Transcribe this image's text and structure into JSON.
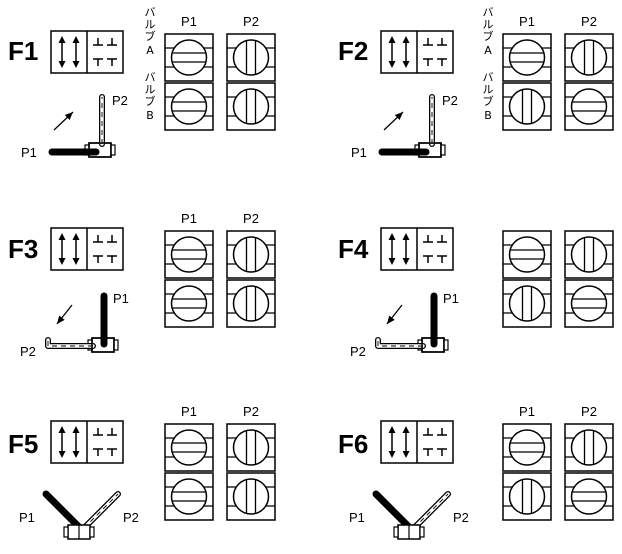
{
  "colors": {
    "ink": "#000000",
    "paper": "#ffffff"
  },
  "column_headers": {
    "p1": "P1",
    "p2": "P2"
  },
  "valve_labels": {
    "valve_a": {
      "word": "バルブ",
      "letter": "A"
    },
    "valve_b": {
      "word": "バルブ",
      "letter": "B"
    }
  },
  "panels": [
    {
      "id": "F1",
      "label": "F1",
      "lever": "P1",
      "show_arrow": true,
      "valve_labels": true,
      "show_col_headers": true,
      "valves": {
        "a": {
          "p1": "open",
          "p2": "closed"
        },
        "b": {
          "p1": "open",
          "p2": "closed"
        }
      },
      "port1": "P1",
      "port2": "P2"
    },
    {
      "id": "F2",
      "label": "F2",
      "lever": "P1",
      "show_arrow": true,
      "valve_labels": true,
      "show_col_headers": true,
      "valves": {
        "a": {
          "p1": "open",
          "p2": "closed"
        },
        "b": {
          "p1": "closed",
          "p2": "open"
        }
      },
      "port1": "P1",
      "port2": "P2"
    },
    {
      "id": "F3",
      "label": "F3",
      "lever": "P2",
      "show_arrow": true,
      "valve_labels": false,
      "show_col_headers": true,
      "valves": {
        "a": {
          "p1": "open",
          "p2": "closed"
        },
        "b": {
          "p1": "open",
          "p2": "closed"
        }
      },
      "port1": "P1",
      "port2": "P2"
    },
    {
      "id": "F4",
      "label": "F4",
      "lever": "P2",
      "show_arrow": true,
      "valve_labels": false,
      "show_col_headers": false,
      "valves": {
        "a": {
          "p1": "open",
          "p2": "closed"
        },
        "b": {
          "p1": "closed",
          "p2": "open"
        }
      },
      "port1": "P1",
      "port2": "P2"
    },
    {
      "id": "F5",
      "label": "F5",
      "lever": "mid",
      "show_arrow": false,
      "valve_labels": false,
      "show_col_headers": true,
      "valves": {
        "a": {
          "p1": "open",
          "p2": "closed"
        },
        "b": {
          "p1": "open",
          "p2": "closed"
        }
      },
      "port1": "P1",
      "port2": "P2"
    },
    {
      "id": "F6",
      "label": "F6",
      "lever": "mid",
      "show_arrow": false,
      "valve_labels": false,
      "show_col_headers": true,
      "valves": {
        "a": {
          "p1": "open",
          "p2": "closed"
        },
        "b": {
          "p1": "closed",
          "p2": "open"
        }
      },
      "port1": "P1",
      "port2": "P2"
    }
  ]
}
